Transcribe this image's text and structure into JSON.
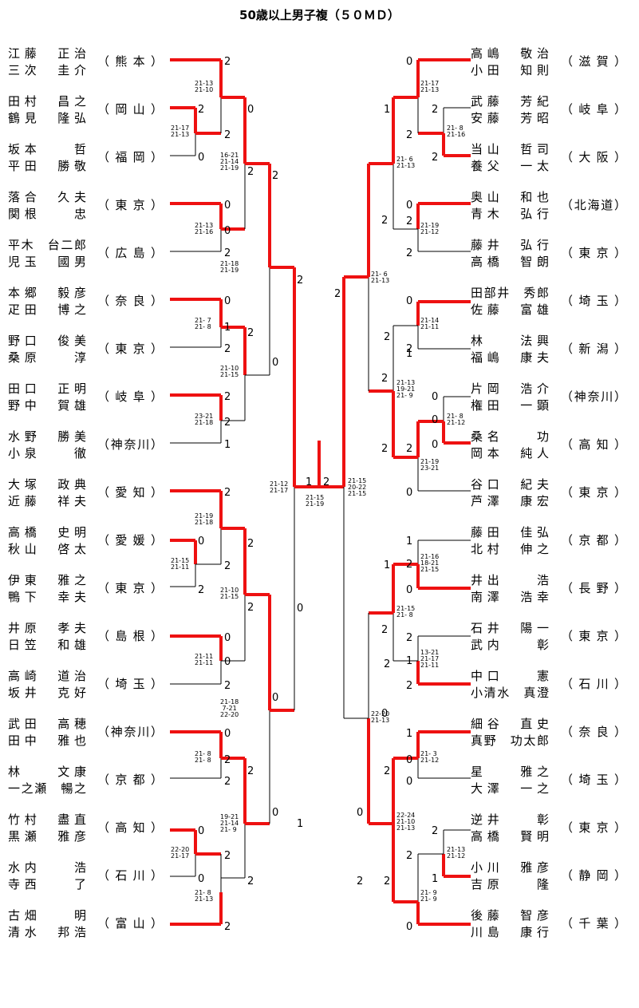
{
  "title": "50歳以上男子複（５０ＭＤ）",
  "colors": {
    "win": "#ee1111",
    "lose": "#000000"
  },
  "left_entries": [
    {
      "p1": "江藤　正治",
      "p2": "三次　圭介",
      "pref": "（熊本）"
    },
    {
      "p1": "田村　昌之",
      "p2": "鶴見　隆弘",
      "pref": "（岡山）"
    },
    {
      "p1": "坂本　　哲",
      "p2": "平田　勝敬",
      "pref": "（福岡）"
    },
    {
      "p1": "落合　久夫",
      "p2": "関根　　忠",
      "pref": "（東京）"
    },
    {
      "p1": "平木　台二郎",
      "p2": "児玉　國男",
      "pref": "（広島）"
    },
    {
      "p1": "本郷　毅彦",
      "p2": "疋田　博之",
      "pref": "（奈良）"
    },
    {
      "p1": "野口　俊美",
      "p2": "桑原　　淳",
      "pref": "（東京）"
    },
    {
      "p1": "田口　正明",
      "p2": "野中　賀雄",
      "pref": "（岐阜）"
    },
    {
      "p1": "水野　勝美",
      "p2": "小泉　　徹",
      "pref": "（神奈川）"
    },
    {
      "p1": "大塚　政典",
      "p2": "近藤　祥夫",
      "pref": "（愛知）"
    },
    {
      "p1": "高橋　史明",
      "p2": "秋山　啓太",
      "pref": "（愛媛）"
    },
    {
      "p1": "伊東　雅之",
      "p2": "鴨下　幸夫",
      "pref": "（東京）"
    },
    {
      "p1": "井原　孝夫",
      "p2": "日笠　和雄",
      "pref": "（島根）"
    },
    {
      "p1": "高崎　道治",
      "p2": "坂井　克好",
      "pref": "（埼玉）"
    },
    {
      "p1": "武田　高穂",
      "p2": "田中　雅也",
      "pref": "（神奈川）"
    },
    {
      "p1": "林　　文康",
      "p2": "一之瀬　暢之",
      "pref": "（京都）"
    },
    {
      "p1": "竹村　盡直",
      "p2": "黒瀬　雅彦",
      "pref": "（高知）"
    },
    {
      "p1": "水内　　浩",
      "p2": "寺西　　了",
      "pref": "（石川）"
    },
    {
      "p1": "古畑　　明",
      "p2": "清水　邦浩",
      "pref": "（富山）"
    }
  ],
  "right_entries": [
    {
      "p1": "高嶋　敬治",
      "p2": "小田　知則",
      "pref": "（滋賀）"
    },
    {
      "p1": "武藤　芳紀",
      "p2": "安藤　芳昭",
      "pref": "（岐阜）"
    },
    {
      "p1": "当山　哲司",
      "p2": "養父　一太",
      "pref": "（大阪）"
    },
    {
      "p1": "奥山　和也",
      "p2": "青木　弘行",
      "pref": "（北海道）"
    },
    {
      "p1": "藤井　弘行",
      "p2": "高橋　智朗",
      "pref": "（東京）"
    },
    {
      "p1": "田部井　秀郎",
      "p2": "佐藤　富雄",
      "pref": "（埼玉）"
    },
    {
      "p1": "林　　法興",
      "p2": "福嶋　康夫",
      "pref": "（新潟）"
    },
    {
      "p1": "片岡　浩介",
      "p2": "権田　一顕",
      "pref": "（神奈川）"
    },
    {
      "p1": "桑名　　功",
      "p2": "岡本　純人",
      "pref": "（高知）"
    },
    {
      "p1": "谷口　紀夫",
      "p2": "芦澤　康宏",
      "pref": "（東京）"
    },
    {
      "p1": "藤田　佳弘",
      "p2": "北村　伸之",
      "pref": "（京都）"
    },
    {
      "p1": "井出　　浩",
      "p2": "南澤　浩幸",
      "pref": "（長野）"
    },
    {
      "p1": "石井　陽一",
      "p2": "武内　　彰",
      "pref": "（東京）"
    },
    {
      "p1": "中口　　憲",
      "p2": "小清水　真澄",
      "pref": "（石川）"
    },
    {
      "p1": "細谷　直史",
      "p2": "真野　功太郎",
      "pref": "（奈良）"
    },
    {
      "p1": "星　　雅之",
      "p2": "大澤　一之",
      "pref": "（埼玉）"
    },
    {
      "p1": "逆井　　彰",
      "p2": "高橋　賢明",
      "pref": "（東京）"
    },
    {
      "p1": "小川　雅彦",
      "p2": "吉原　　隆",
      "pref": "（静岡）"
    },
    {
      "p1": "後藤　智彦",
      "p2": "川島　康行",
      "pref": "（千葉）"
    }
  ],
  "scores": [
    "2",
    "2",
    "0",
    "0",
    "2",
    "0",
    "2",
    "2",
    "1",
    "2",
    "0",
    "2",
    "0",
    "2",
    "0",
    "2",
    "0",
    "0",
    "2",
    "2",
    "0",
    "0",
    "2",
    "1",
    "2",
    "2",
    "2",
    "0",
    "2",
    "2",
    "2",
    "0",
    "2",
    "0",
    "0",
    "2",
    "2",
    "2",
    "2",
    "0",
    "1",
    "1",
    "2",
    "0",
    "2",
    "2",
    "0",
    "2",
    "0",
    "2",
    "0",
    "0",
    "0",
    "1",
    "0",
    "2",
    "2",
    "1",
    "0",
    "2",
    "1",
    "0",
    "2",
    "1",
    "2",
    "2",
    "2",
    "1",
    "2",
    "0",
    "2",
    "2",
    "2",
    "1",
    "1",
    "2",
    "2",
    "0",
    "0",
    "2",
    "2",
    "2",
    "0",
    "2",
    "2"
  ],
  "game_scores": [
    "21-13\n21-10",
    "21-17\n21-13",
    "16-21\n21-14\n21-19",
    "21-13\n21-16",
    "21-18\n21-19",
    "21- 7\n21- 8",
    "21-10\n21-15",
    "23-21\n21-18",
    "21-19\n21-18",
    "21-15\n21-11",
    "21-10\n21-15",
    "21-11\n21-11",
    "21-18\n 7-21\n22-20",
    "21- 8\n21- 8",
    "19-21\n21-14\n21- 9",
    "22-20\n21-17",
    "21- 8\n21-13",
    "21-12\n21-17",
    "21-15\n21-19",
    "21-15\n20-22\n21-15",
    "21-17\n21-13",
    "21- 8\n21-16",
    "21- 6\n21-13",
    "21-19\n21-12",
    "21- 6\n21-13",
    "21-14\n21-11",
    "21-13\n19-21\n21- 9",
    "21- 8\n21-12",
    "21-19\n23-21",
    "21-16\n18-21\n21-15",
    "21-15\n21- 8",
    "13-21\n21-17\n21-11",
    "22-20\n21-13",
    "21- 3\n21-12",
    "22-24\n21-10\n21-13",
    "21-13\n21-12",
    "21- 9\n21- 9"
  ]
}
